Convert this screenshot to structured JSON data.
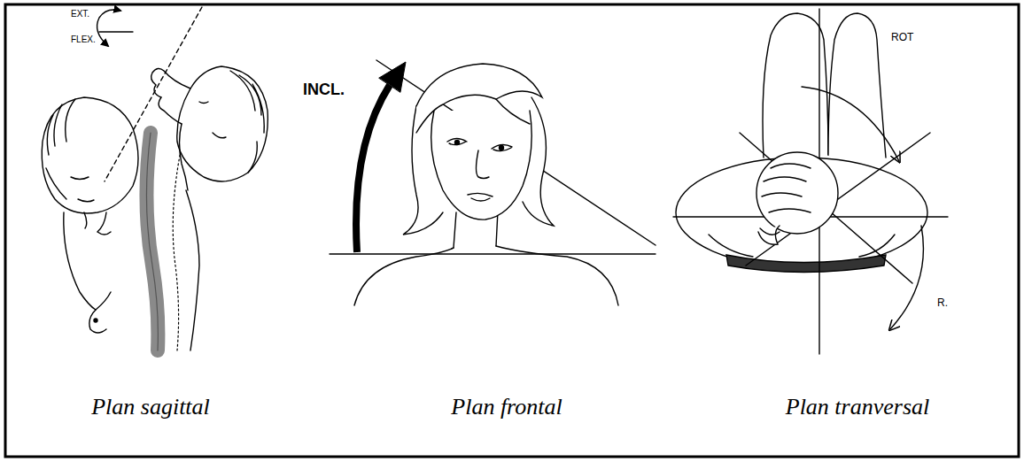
{
  "diagram": {
    "labels": [
      "EXT.",
      "FLEX.",
      "INCL.",
      "ROT",
      "R.",
      "Plan sagittal",
      "Plan frontal",
      "Plan tranversal"
    ]
  }
}
